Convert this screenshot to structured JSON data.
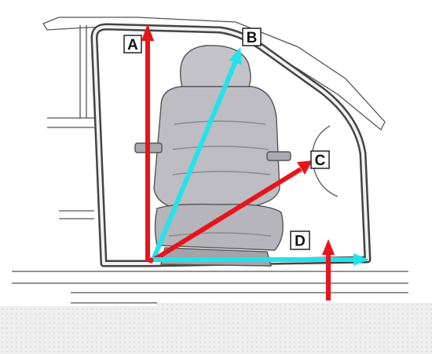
{
  "labels": {
    "a": "A",
    "b": "B",
    "c": "C",
    "d": "D"
  },
  "colors": {
    "arrow_red": "#e8141b",
    "arrow_cyan": "#22e3ea",
    "outline": "#555555",
    "seat_fill": "#bdbdc3",
    "seat_shade": "#a9a9b0",
    "ground_band": "#ececec"
  },
  "icons": {
    "seat": "car-seat-illustration",
    "door_frame": "car-door-frame-outline"
  }
}
